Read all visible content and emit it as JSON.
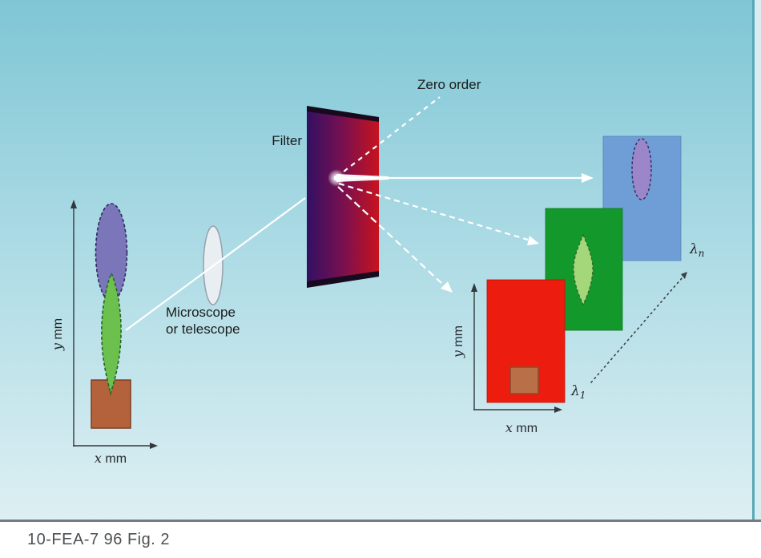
{
  "figure": {
    "caption": "10-FEA-7 96 Fig. 2"
  },
  "labels": {
    "filter": "Filter",
    "zero_order": "Zero order",
    "lens_line1": "Microscope",
    "lens_line2": "or telescope",
    "object_axis_y_var": "y",
    "object_axis_y_unit": " mm",
    "object_axis_x_var": "x",
    "object_axis_x_unit": " mm",
    "plane_axis_y_var": "y",
    "plane_axis_y_unit": " mm",
    "plane_axis_x_var": "x",
    "plane_axis_x_unit": " mm",
    "lambda_first_base": "λ",
    "lambda_first_sub": "1",
    "lambda_last_base": "λ",
    "lambda_last_sub": "n"
  },
  "colors": {
    "bg_top": "#7fc6d5",
    "bg_mid": "#aadae4",
    "bg_bottom": "#ddeff3",
    "axis": "#34383c",
    "dotted_line": "#3c4146",
    "beam": "#ffffff",
    "filter_left": "#321063",
    "filter_mid": "#78104f",
    "filter_right": "#c8131f",
    "filter_edge": "#170a1f",
    "object_petal": "#7b76b9",
    "object_petal_stroke": "#2e2c5e",
    "object_leaf": "#6cc04e",
    "object_leaf_stroke": "#25642a",
    "object_pot": "#b4623c",
    "object_pot_stroke": "#7c3c20",
    "lens_fill": "#e9eef3",
    "lens_stroke": "#97a2ac",
    "plane_blue": "#6f9ed6",
    "plane_blue_stroke": "#5580b8",
    "plane_blue_ellipse": "#9c86ca",
    "plane_blue_ellipse_stroke": "#343464",
    "plane_green": "#13982b",
    "plane_green_stroke": "#0d7a20",
    "plane_green_leaf": "#a3d77a",
    "plane_green_leaf_stroke": "#2f6b2f",
    "plane_red": "#ec1c0f",
    "plane_red_stroke": "#c01208",
    "plane_red_square": "#b97048",
    "plane_red_square_stroke": "#8a4a28"
  }
}
